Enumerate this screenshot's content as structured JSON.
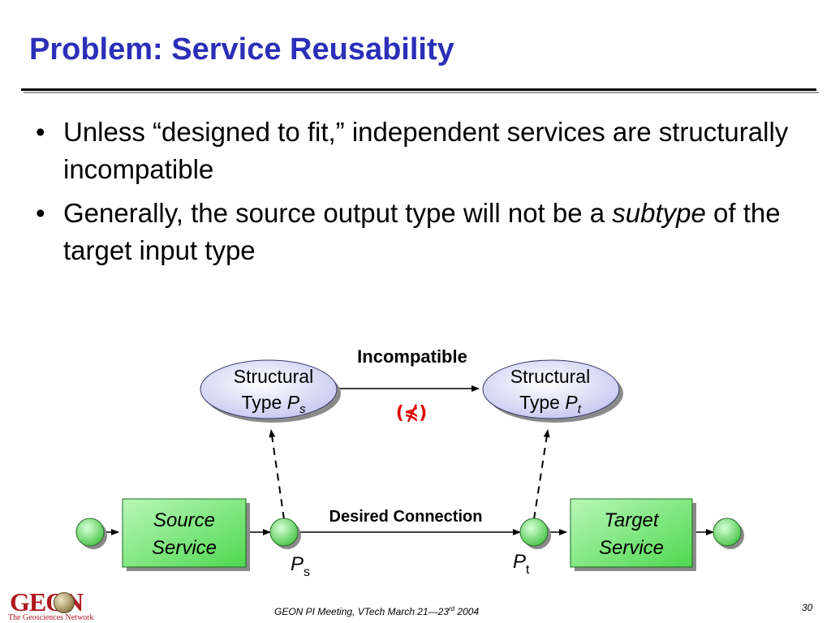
{
  "slide": {
    "title": "Problem: Service Reusability",
    "bullets": [
      {
        "text": "Unless “designed to fit,” independent services are structurally incompatible"
      },
      {
        "before": "Generally, the source output type will not be a",
        "emphasis": "subtype",
        "after": " of the target input type"
      }
    ],
    "bullet_glyph": "•"
  },
  "diagram": {
    "source_type": {
      "line1": "Structural",
      "line2": "Type ",
      "symbol": "P",
      "subscript": "s"
    },
    "target_type": {
      "line1": "Structural",
      "line2": "Type ",
      "symbol": "P",
      "subscript": "t"
    },
    "incompatible_label": "Incompatible",
    "not_subtype_label": "(⋠)",
    "source_service": {
      "line1": "Source",
      "line2": "Service"
    },
    "target_service": {
      "line1": "Target",
      "line2": "Service"
    },
    "desired_connection_label": "Desired Connection",
    "source_port": {
      "symbol": "P",
      "subscript": "s"
    },
    "target_port": {
      "symbol": "P",
      "subscript": "t"
    }
  },
  "footer": {
    "meeting_text": "GEON PI Meeting, VTech March 21—23",
    "superscript": "rd",
    "year": " 2004",
    "page_number": "30"
  },
  "logo": {
    "wordmark": "GEON",
    "tagline": "The Geosciences Network"
  },
  "colors": {
    "title": "#2b2fb8",
    "ellipse_fill": "#d6d8f4",
    "box_fill": "#66e266",
    "port_fill": "#7fe07f",
    "not_subtype": "#e00000",
    "logo": "#b0181e"
  }
}
